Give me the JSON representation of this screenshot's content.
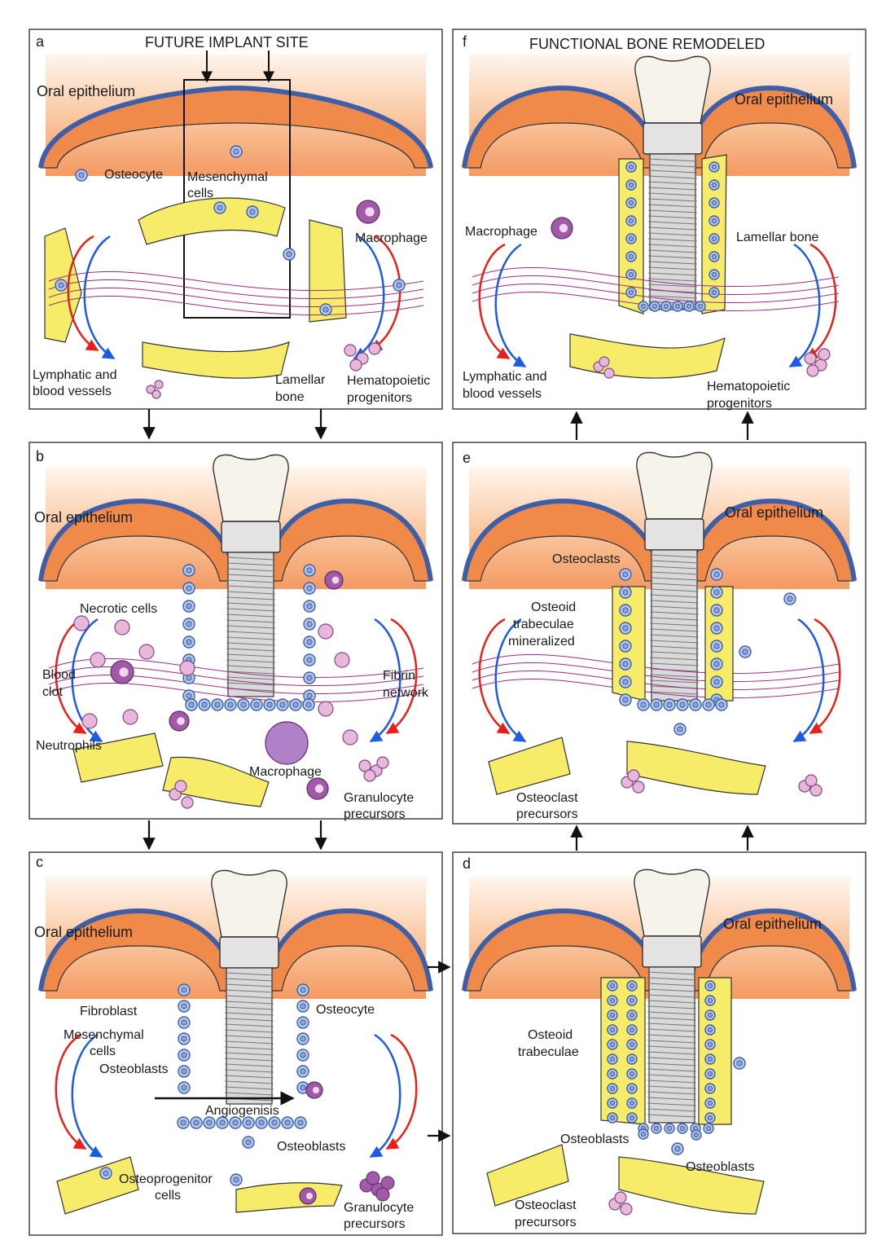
{
  "colors": {
    "epithelium_top": "#f7a86e",
    "epithelium_fade": "#fff4ec",
    "connective": "#f08a4b",
    "epithelium_band": "#3f5ea8",
    "bone": "#f7ec6a",
    "cell": "#b9c8ee",
    "cell_outline": "#3d5fa0",
    "neutrophil": "#e9b7d9",
    "macrophage": "#a05aa8",
    "blood_red": "#e8201a",
    "lymph_blue": "#1d5ce0",
    "fibrin": "#9c2a8a",
    "implant": "#d9d9d9"
  },
  "panels": {
    "a": {
      "letter": "a",
      "title": "FUTURE IMPLANT SITE",
      "labels": {
        "oral_epithelium": "Oral epithelium",
        "osteocyte": "Osteocyte",
        "mesenchymal": "Mesenchymal",
        "cells": "cells",
        "macrophage": "Macrophage",
        "lymphatic_1": "Lymphatic and",
        "lymphatic_2": "blood vessels",
        "lamellar_1": "Lamellar",
        "lamellar_2": "bone",
        "hemato_1": "Hematopoietic",
        "hemato_2": "progenitors"
      }
    },
    "b": {
      "letter": "b",
      "labels": {
        "oral_epithelium": "Oral epithelium",
        "necrotic": "Necrotic cells",
        "blood": "Blood",
        "clot": "clot",
        "fibrin": "Fibrin",
        "network": "network",
        "neutrophils": "Neutrophils",
        "macrophage": "Macrophage",
        "granulocyte": "Granulocyte",
        "precursors": "precursors"
      }
    },
    "c": {
      "letter": "c",
      "labels": {
        "oral_epithelium": "Oral epithelium",
        "fibroblast": "Fibroblast",
        "osteocyte": "Osteocyte",
        "mesenchymal": "Mesenchymal",
        "cells": "cells",
        "osteoblasts_top": "Osteoblasts",
        "angiogenesis": "Angiogenisis",
        "osteoblasts_bottom": "Osteoblasts",
        "osteoprogenitor": "Osteoprogenitor",
        "osteoprogenitor_cells": "cells",
        "granulocyte": "Granulocyte",
        "precursors": "precursors"
      }
    },
    "d": {
      "letter": "d",
      "labels": {
        "oral_epithelium": "Oral epithelium",
        "osteoid": "Osteoid",
        "trabeculae": "trabeculae",
        "osteoblasts_left": "Osteoblasts",
        "osteoblasts_right": "Osteoblasts",
        "osteoclast": "Osteoclast",
        "precursors": "precursors"
      }
    },
    "e": {
      "letter": "e",
      "labels": {
        "oral_epithelium": "Oral epithelium",
        "osteoclasts": "Osteoclasts",
        "osteoid": "Osteoid",
        "trabeculae": "trabeculae",
        "mineralized": "mineralized",
        "osteoclast": "Osteoclast",
        "precursors": "precursors"
      }
    },
    "f": {
      "letter": "f",
      "title": "FUNCTIONAL BONE REMODELED",
      "labels": {
        "oral_epithelium": "Oral epithelium",
        "macrophage": "Macrophage",
        "lamellar": "Lamellar bone",
        "lymphatic_1": "Lymphatic and",
        "lymphatic_2": "blood vessels",
        "hemato_1": "Hematopoietic",
        "hemato_2": "progenitors"
      }
    }
  }
}
